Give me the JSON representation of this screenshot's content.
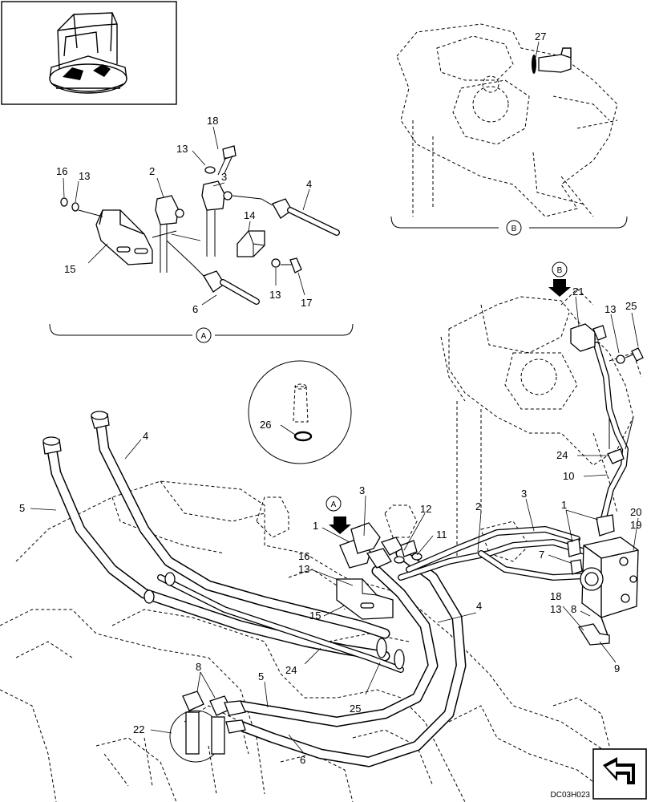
{
  "drawing_code": "DC03H023",
  "views": {
    "a": "A",
    "b": "B"
  },
  "callouts": {
    "c1_a": "1",
    "c1_b": "1",
    "c2_detail": "2",
    "c2_main": "2",
    "c3_detail": "3",
    "c3_main_a": "3",
    "c3_main_b": "3",
    "c4_detail": "4",
    "c4_main_a": "4",
    "c4_main_b": "4",
    "c5_main_a": "5",
    "c5_main_b": "5",
    "c6_detail": "6",
    "c6_main": "6",
    "c7": "7",
    "c8_a": "8",
    "c8_b": "8",
    "c9": "9",
    "c10": "10",
    "c11": "11",
    "c12": "12",
    "c13_a": "13",
    "c13_b": "13",
    "c13_c": "13",
    "c13_d": "13",
    "c13_e": "13",
    "c13_f": "13",
    "c14": "14",
    "c15_detail": "15",
    "c15_main": "15",
    "c16_detail": "16",
    "c16_main": "16",
    "c17": "17",
    "c18_detail": "18",
    "c18_main": "18",
    "c19": "19",
    "c20": "20",
    "c21": "21",
    "c22": "22",
    "c24_a": "24",
    "c24_b": "24",
    "c25_a": "25",
    "c25_b": "25",
    "c26": "26",
    "c27": "27"
  }
}
